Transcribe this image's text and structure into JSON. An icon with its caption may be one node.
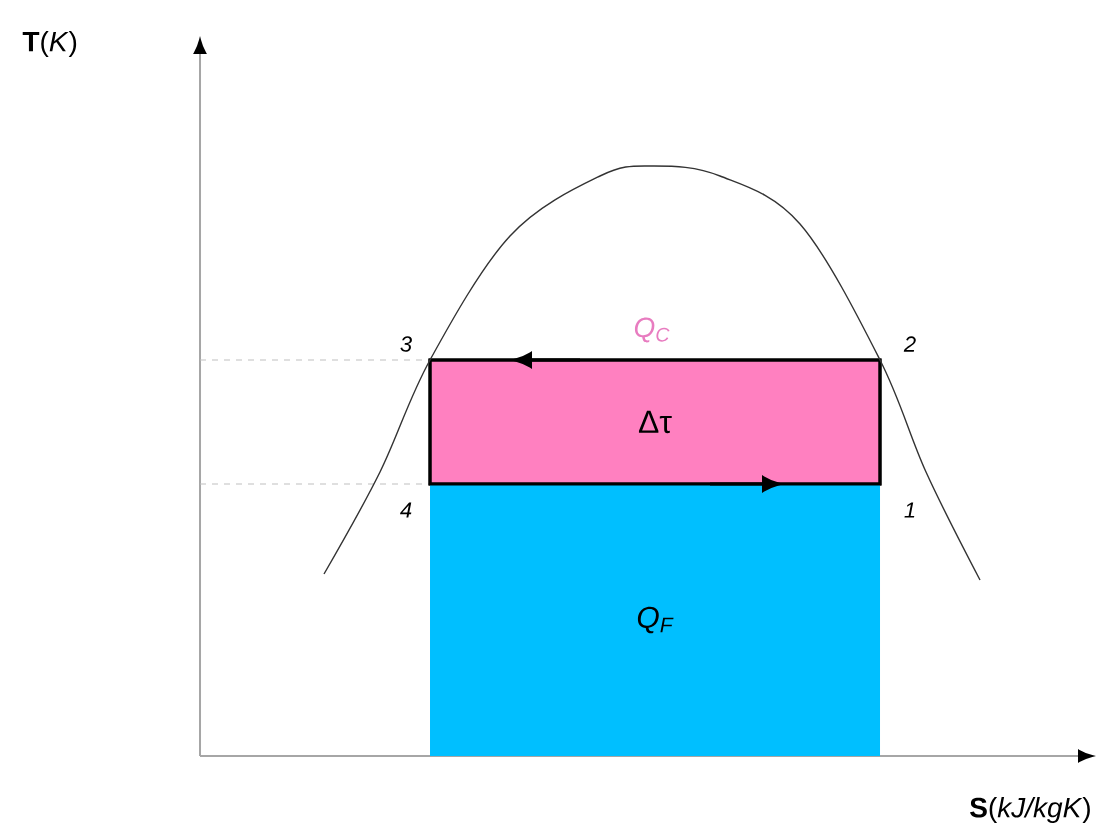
{
  "diagram": {
    "nodes": [
      {
        "text": [
          "Δτ"
        ]
      },
      {
        "text": [
          "Q$_{F}$"
        ]
      }
    ],
    "edges": [],
    "labels": [
      "**T**(*K*)",
      "Q$_{C}$",
      "3",
      "2",
      "4",
      "1",
      "**S**(*kJ/kgK*)"
    ]
  }
}
